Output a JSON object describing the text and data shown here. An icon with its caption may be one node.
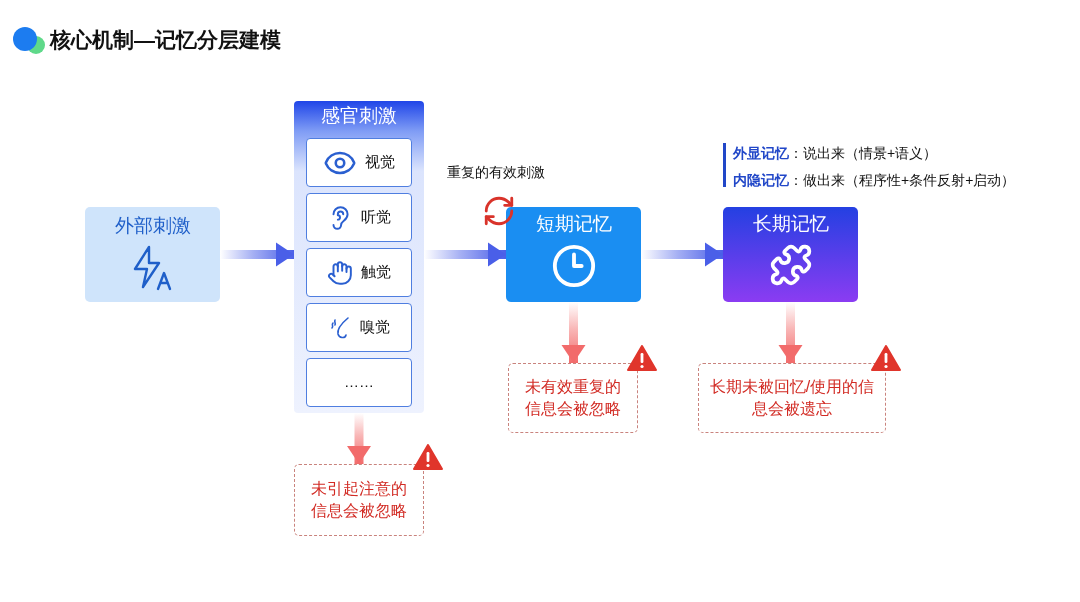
{
  "diagram": {
    "title": "核心机制—记忆分层建模",
    "nodes": [
      {
        "text": [
          "外部刺激"
        ]
      },
      {
        "text": [
          "感官刺激"
        ]
      },
      {
        "text": [
          "视觉"
        ],
        "in": 1
      },
      {
        "text": [
          "听觉"
        ],
        "in": 1
      },
      {
        "text": [
          "触觉"
        ],
        "in": 1
      },
      {
        "text": [
          "嗅觉"
        ],
        "in": 1
      },
      {
        "text": [
          "……"
        ],
        "in": 1
      },
      {
        "text": [
          "短期记忆"
        ],
        "beside": [
          "重复的有效刺激"
        ]
      },
      {
        "text": [
          "长期记忆"
        ],
        "beside": [
          "**外显记忆**：说出来（情景+语义）",
          "**内隐记忆**：做出来（程序性+条件反射+启动）"
        ]
      },
      {
        "text": [
          "未引起注意的信息会被忽略"
        ]
      },
      {
        "text": [
          "未有效重复的信息会被忽略"
        ]
      },
      {
        "text": [
          "长期未被回忆/使用的信息会被遗忘"
        ]
      }
    ],
    "edges": [
      {
        "from": 0,
        "to": 1,
        "arrow": "to",
        "style": "thick"
      },
      {
        "from": 1,
        "to": 7,
        "arrow": "to",
        "style": "thick"
      },
      {
        "from": 7,
        "to": 8,
        "arrow": "to",
        "style": "thick"
      },
      {
        "from": 1,
        "to": 9,
        "arrow": "to",
        "style": "thick",
        "color": "#f26b6b"
      },
      {
        "from": 7,
        "to": 10,
        "arrow": "to",
        "style": "thick",
        "color": "#f26b6b"
      },
      {
        "from": 8,
        "to": 11,
        "arrow": "to",
        "style": "thick",
        "color": "#f26b6b"
      }
    ]
  }
}
